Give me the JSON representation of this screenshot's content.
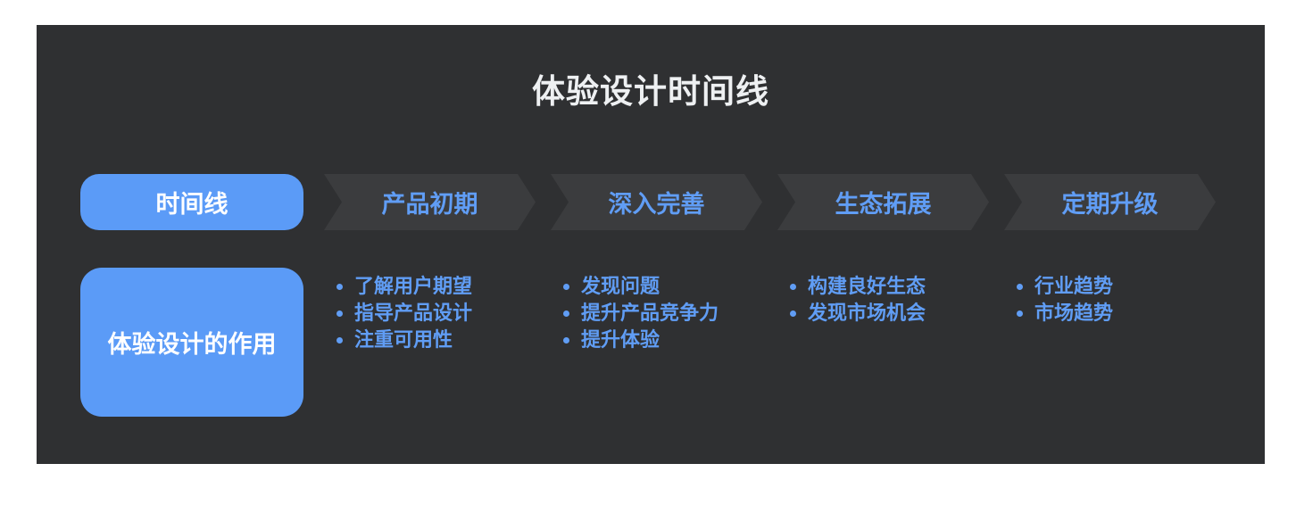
{
  "panel": {
    "title": "体验设计时间线",
    "background": "#2f3032"
  },
  "colors": {
    "accent_fill": "#5b9bf7",
    "accent_text": "#609df5",
    "stage_fill": "#3b3c3e",
    "title_text": "#eef0f2",
    "page_background": "#ffffff"
  },
  "timeline": {
    "label": "时间线",
    "role_label": "体验设计的作用",
    "stages": [
      {
        "label": "产品初期",
        "items": [
          "了解用户期望",
          "指导产品设计",
          "注重可用性"
        ]
      },
      {
        "label": "深入完善",
        "items": [
          "发现问题",
          "提升产品竞争力",
          "提升体验"
        ]
      },
      {
        "label": "生态拓展",
        "items": [
          "构建良好生态",
          "发现市场机会"
        ]
      },
      {
        "label": "定期升级",
        "items": [
          "行业趋势",
          "市场趋势"
        ]
      }
    ]
  }
}
